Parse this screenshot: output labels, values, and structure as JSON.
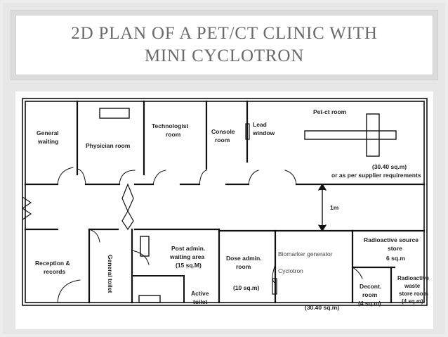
{
  "slide": {
    "title_line1": "2D PLAN OF A PET/CT CLINIC WITH",
    "title_line2": "MINI CYCLOTRON"
  },
  "rooms": {
    "general_waiting": [
      "General",
      "waiting"
    ],
    "physician_room": "Physician room",
    "technologist_room": [
      "Technologist",
      "room"
    ],
    "console_room": [
      "Console",
      "room"
    ],
    "lead_window": [
      "Lead",
      "window"
    ],
    "pet_ct_room": "Pet-ct room",
    "pet_ct_area": "(30.40 sq.m)",
    "pet_ct_note": "or as per supplier requirements",
    "corridor_width": "1m",
    "reception": [
      "Reception &",
      "records"
    ],
    "general_toilet": "General toilet",
    "post_admin": [
      "Post admin.",
      "waiting area",
      "(15 sq.M)"
    ],
    "active_toilet": [
      "Active",
      "toilet"
    ],
    "dose_admin": [
      "Dose admin.",
      "room"
    ],
    "dose_admin_area": "(10 sq.m)",
    "biomarker_generator": "Biomarker generator",
    "cyclotron": "Cyclotron",
    "cyclotron_area": "(30.40 sq.m)",
    "radioactive_source_store": [
      "Radioactive source",
      "store"
    ],
    "source_store_area": "6 sq.m",
    "decont_room": [
      "Decont.",
      "room",
      "(4 sq.m)"
    ],
    "radioactive_waste_store": [
      "Radioactive",
      "waste",
      "store room",
      "(4 sq.m)"
    ]
  }
}
